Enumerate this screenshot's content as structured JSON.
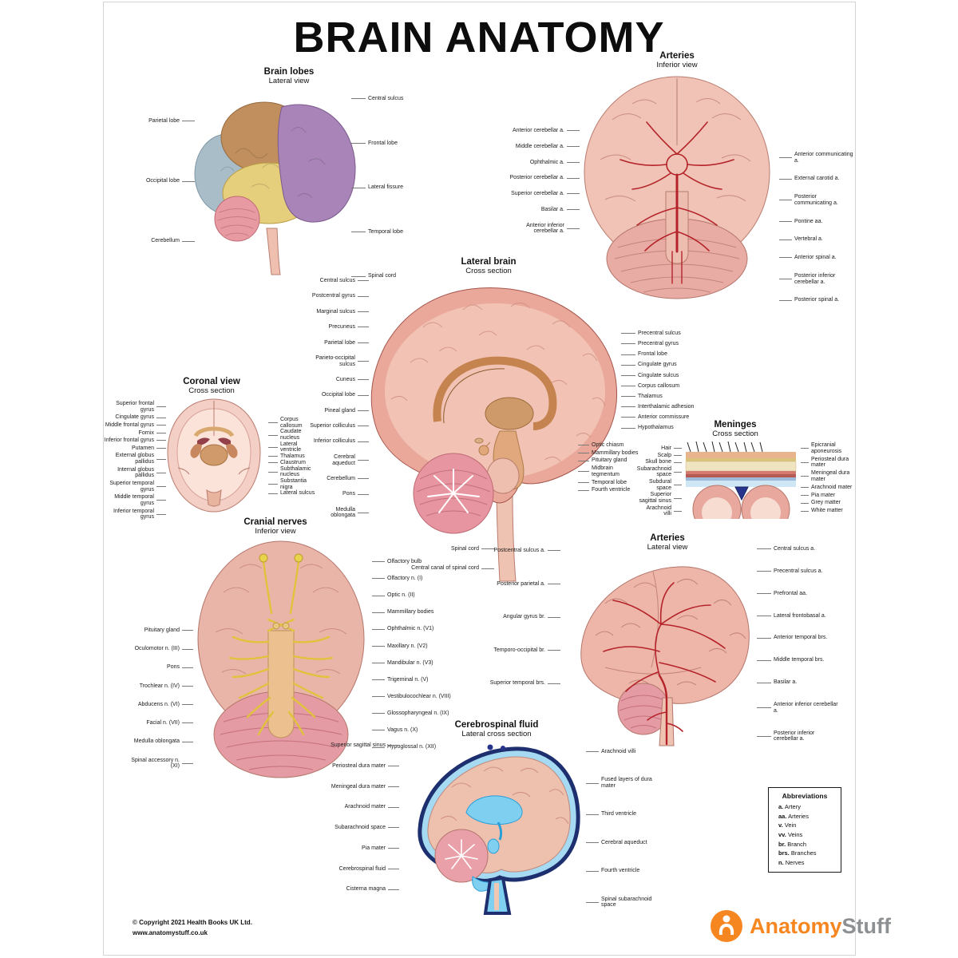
{
  "palette": {
    "brand_orange": "#f6861f",
    "artery_red": "#b5232a",
    "brain_pink": "#eab5a9",
    "dura_navy": "#1d2f6e",
    "nerve_yellow": "#e0c23c"
  },
  "poster": {
    "title": "BRAIN ANATOMY",
    "copyright_line1": "© Copyright 2021 Health Books UK Ltd.",
    "copyright_line2": "www.anatomystuff.co.uk",
    "logo": {
      "brand_left": "Anatomy",
      "brand_right": "Stuff"
    }
  },
  "abbreviations": {
    "title": "Abbreviations",
    "items": [
      {
        "abbr": "a.",
        "meaning": "Artery"
      },
      {
        "abbr": "aa.",
        "meaning": "Arteries"
      },
      {
        "abbr": "v.",
        "meaning": "Vein"
      },
      {
        "abbr": "vv.",
        "meaning": "Veins"
      },
      {
        "abbr": "br.",
        "meaning": "Branch"
      },
      {
        "abbr": "brs.",
        "meaning": "Branches"
      },
      {
        "abbr": "n.",
        "meaning": "Nerves"
      }
    ]
  },
  "sections": {
    "brain_lobes": {
      "title": "Brain lobes",
      "subtitle": "Lateral view",
      "labels_left": [
        "Parietal lobe",
        "Occipital lobe",
        "Cerebellum"
      ],
      "labels_right": [
        "Central sulcus",
        "Frontal lobe",
        "Lateral fissure",
        "Temporal lobe",
        "Spinal cord"
      ]
    },
    "arteries_inferior": {
      "title": "Arteries",
      "subtitle": "Inferior view",
      "labels_left": [
        "Anterior cerebellar a.",
        "Middle cerebellar a.",
        "Ophthalmic a.",
        "Posterior cerebellar a.",
        "Superior cerebellar a.",
        "Basilar a.",
        "Anterior inferior cerebellar a."
      ],
      "labels_right": [
        "Anterior communicating a.",
        "External carotid a.",
        "Posterior communicating a.",
        "Pontine aa.",
        "Vertebral a.",
        "Anterior spinal a.",
        "Posterior inferior cerebellar a.",
        "Posterior spinal a."
      ]
    },
    "lateral_brain": {
      "title": "Lateral brain",
      "subtitle": "Cross section",
      "labels_left": [
        "Central sulcus",
        "Postcentral gyrus",
        "Marginal sulcus",
        "Precuneus",
        "Parietal lobe",
        "Parieto-occipital sulcus",
        "Cuneus",
        "Occipital lobe",
        "Pineal gland",
        "Superior colliculus",
        "Inferior colliculus",
        "Cerebral aqueduct",
        "Cerebellum",
        "Pons",
        "Medulla oblongata"
      ],
      "labels_right_upper": [
        "Precentral sulcus",
        "Precentral gyrus",
        "Frontal lobe",
        "Cingulate gyrus",
        "Cingulate sulcus",
        "Corpus callosum",
        "Thalamus",
        "Interthalamic adhesion",
        "Anterior commissure",
        "Hypothalamus"
      ],
      "labels_right_lower": [
        "Optic chiasm",
        "Mammillary bodies",
        "Pituitary gland",
        "Midbrain tegmentum",
        "Temporal lobe",
        "Fourth ventricle"
      ],
      "labels_bottom": [
        "Spinal cord",
        "Central canal of spinal cord"
      ]
    },
    "coronal": {
      "title": "Coronal view",
      "subtitle": "Cross section",
      "labels_left": [
        "Superior frontal gyrus",
        "Cingulate gyrus",
        "Middle frontal gyrus",
        "Fornix",
        "Inferior frontal gyrus",
        "Putamen",
        "External globus pallidus",
        "Internal globus pallidus",
        "Superior temporal gyrus",
        "Middle temporal gyrus",
        "Inferior temporal gyrus"
      ],
      "labels_right": [
        "Corpus callosum",
        "Caudate nucleus",
        "Lateral ventricle",
        "Thalamus",
        "Claustrum",
        "Subthalamic nucleus",
        "Substantia nigra",
        "Lateral sulcus"
      ]
    },
    "meninges": {
      "title": "Meninges",
      "subtitle": "Cross section",
      "labels_left": [
        "Hair",
        "Scalp",
        "Skull bone",
        "Subarachnoid space",
        "Subdural space",
        "Superior sagittal sinus",
        "Arachnoid villi"
      ],
      "labels_right": [
        "Epicranial aponeurosis",
        "Periosteal dura mater",
        "Meningeal dura mater",
        "Arachnoid mater",
        "Pia mater",
        "Grey matter",
        "White matter"
      ]
    },
    "cranial_nerves": {
      "title": "Cranial nerves",
      "subtitle": "Inferior view",
      "labels_left": [
        "Pituitary gland",
        "Oculomotor n. (III)",
        "Pons",
        "Trochlear n. (IV)",
        "Abducens n. (VI)",
        "Facial n. (VII)",
        "Medulla oblongata",
        "Spinal accessory n. (XI)"
      ],
      "labels_right": [
        "Olfactory bulb",
        "Olfactory n. (I)",
        "Optic n. (II)",
        "Mammillary bodies",
        "Ophthalmic n. (V1)",
        "Maxillary n. (V2)",
        "Mandibular n. (V3)",
        "Trigeminal n. (V)",
        "Vestibulocochlear n. (VIII)",
        "Glossopharyngeal n. (IX)",
        "Vagus n. (X)",
        "Hypoglossal n. (XII)"
      ]
    },
    "arteries_lateral": {
      "title": "Arteries",
      "subtitle": "Lateral view",
      "labels_left": [
        "Postcentral sulcus a.",
        "Posterior parietal a.",
        "Angular gyrus br.",
        "Temporo-occipital br.",
        "Superior temporal brs."
      ],
      "labels_right": [
        "Central sulcus a.",
        "Precentral sulcus a.",
        "Prefrontal aa.",
        "Lateral frontobasal a.",
        "Anterior temporal brs.",
        "Middle temporal brs.",
        "Basilar a.",
        "Anterior inferior cerebellar a.",
        "Posterior inferior cerebellar a."
      ]
    },
    "csf": {
      "title": "Cerebrospinal fluid",
      "subtitle": "Lateral cross section",
      "labels_left": [
        "Superior sagittal sinus",
        "Periosteal dura mater",
        "Meningeal dura mater",
        "Arachnoid mater",
        "Subarachnoid space",
        "Pia mater",
        "Cerebrospinal fluid",
        "Cisterna magna"
      ],
      "labels_right": [
        "Arachnoid villi",
        "Fused layers of dura mater",
        "Third ventricle",
        "Cerebral aqueduct",
        "Fourth ventricle",
        "Spinal subarachnoid space"
      ]
    }
  }
}
